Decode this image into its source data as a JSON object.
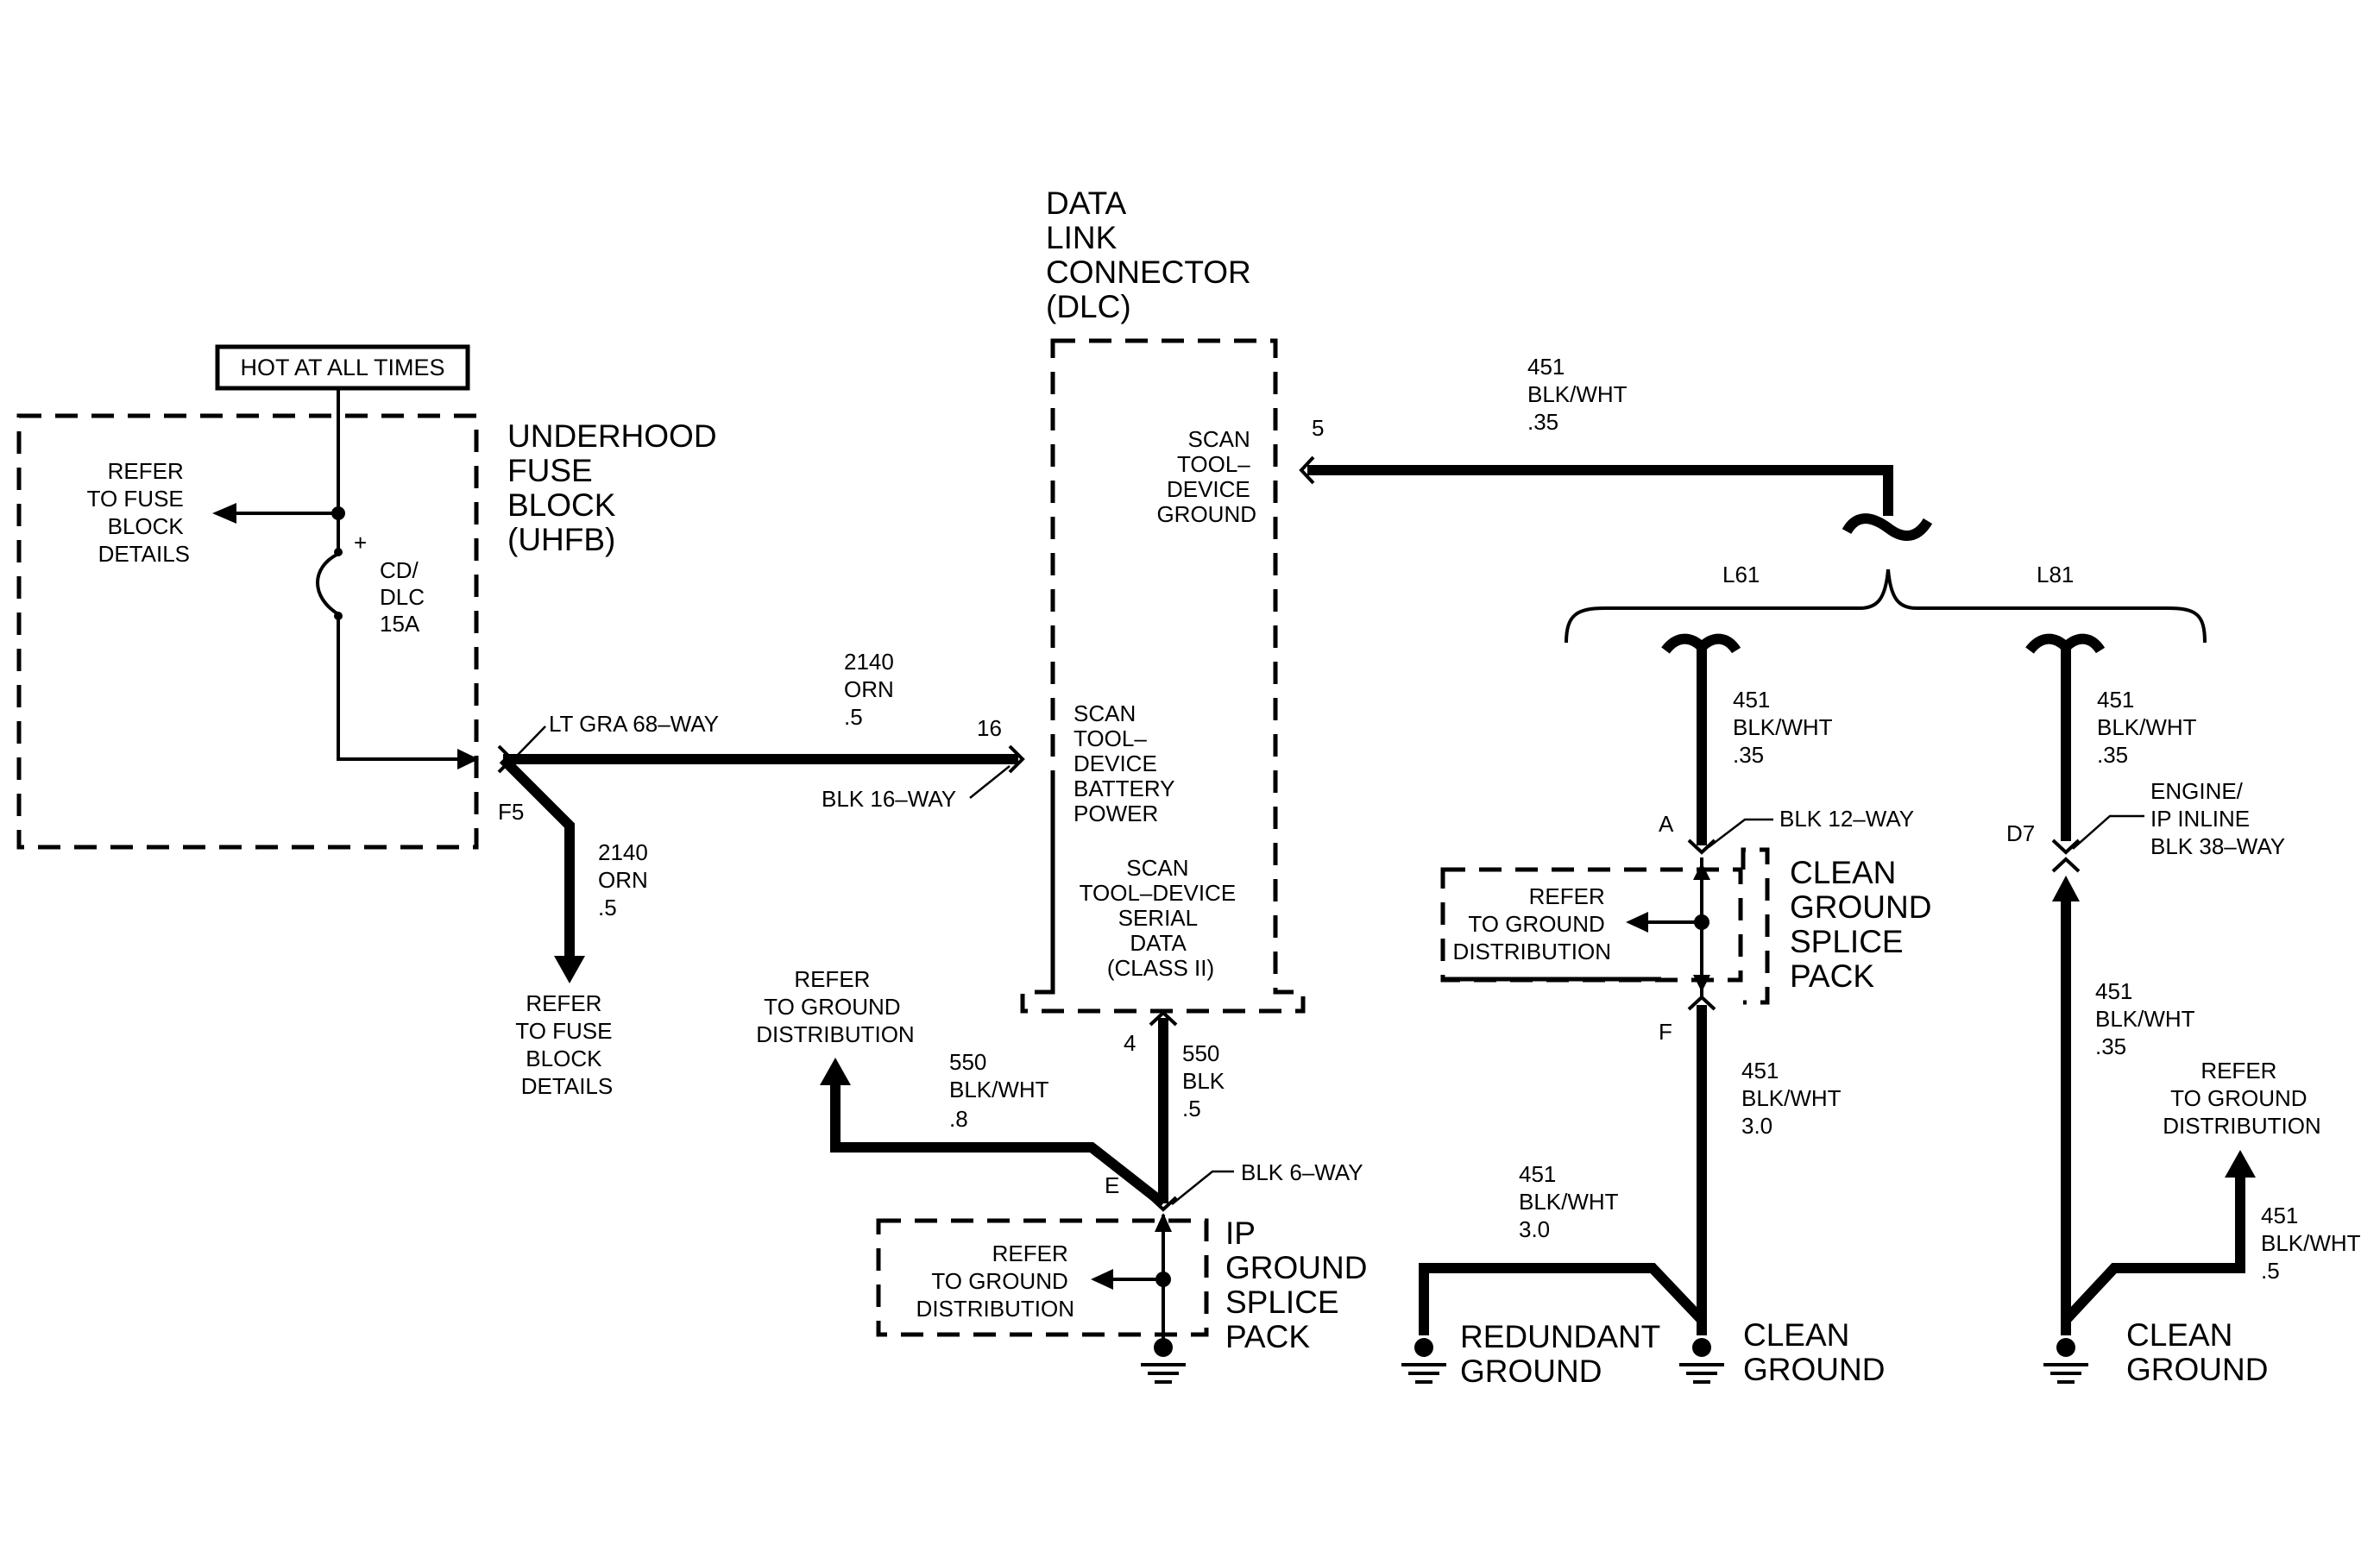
{
  "hot_label": "HOT AT ALL TIMES",
  "uhfb": {
    "title": [
      "UNDERHOOD",
      "FUSE",
      "BLOCK",
      "(UHFB)"
    ],
    "refer": [
      "REFER",
      "TO FUSE",
      "BLOCK",
      "DETAILS"
    ],
    "fuse_plus": "+",
    "fuse": [
      "CD/",
      "DLC",
      "15A"
    ],
    "connector": "LT GRA 68–WAY",
    "pin": "F5"
  },
  "wire_2140_top": [
    "2140",
    "ORN",
    ".5"
  ],
  "wire_2140_down": [
    "2140",
    "ORN",
    ".5"
  ],
  "refer_fuse_bottom": [
    "REFER",
    "TO FUSE",
    "BLOCK",
    "DETAILS"
  ],
  "dlc": {
    "title": [
      "DATA",
      "LINK",
      "CONNECTOR",
      "(DLC)"
    ],
    "pin5": "5",
    "pin5_label": [
      "SCAN",
      "TOOL–",
      "DEVICE",
      "GROUND"
    ],
    "pin16": "16",
    "pin16_label": [
      "SCAN",
      "TOOL–",
      "DEVICE",
      "BATTERY",
      "POWER"
    ],
    "serial_label": [
      "SCAN",
      "TOOL–DEVICE",
      "SERIAL",
      "DATA",
      "(CLASS II)"
    ],
    "connector_16": "BLK 16–WAY",
    "pin4": "4"
  },
  "wire_451_top": [
    "451",
    "BLK/WHT",
    ".35"
  ],
  "option_l61": "L61",
  "option_l81": "L81",
  "refer_ground_left": [
    "REFER",
    "TO GROUND",
    "DISTRIBUTION"
  ],
  "wire_550_8": [
    "550",
    "BLK/WHT",
    ".8"
  ],
  "wire_550_5": [
    "550",
    "BLK",
    ".5"
  ],
  "ip_splice": {
    "pin": "E",
    "connector": "BLK 6–WAY",
    "refer": [
      "REFER",
      "TO GROUND",
      "DISTRIBUTION"
    ],
    "title": [
      "IP",
      "GROUND",
      "SPLICE",
      "PACK"
    ]
  },
  "l61_branch": {
    "wire_top": [
      "451",
      "BLK/WHT",
      ".35"
    ],
    "pin_a": "A",
    "connector": "BLK 12–WAY",
    "refer": [
      "REFER",
      "TO GROUND",
      "DISTRIBUTION"
    ],
    "title": [
      "CLEAN",
      "GROUND",
      "SPLICE",
      "PACK"
    ],
    "pin_f": "F",
    "wire_clean": [
      "451",
      "BLK/WHT",
      "3.0"
    ],
    "wire_redundant": [
      "451",
      "BLK/WHT",
      "3.0"
    ],
    "redundant_ground": [
      "REDUNDANT",
      "GROUND"
    ],
    "clean_ground": [
      "CLEAN",
      "GROUND"
    ]
  },
  "l81_branch": {
    "wire_top": [
      "451",
      "BLK/WHT",
      ".35"
    ],
    "pin_d7": "D7",
    "connector": [
      "ENGINE/",
      "IP INLINE",
      "BLK 38–WAY"
    ],
    "wire_mid": [
      "451",
      "BLK/WHT",
      ".35"
    ],
    "refer": [
      "REFER",
      "TO GROUND",
      "DISTRIBUTION"
    ],
    "wire_small": [
      "451",
      "BLK/WHT",
      ".5"
    ],
    "clean_ground": [
      "CLEAN",
      "GROUND"
    ]
  }
}
